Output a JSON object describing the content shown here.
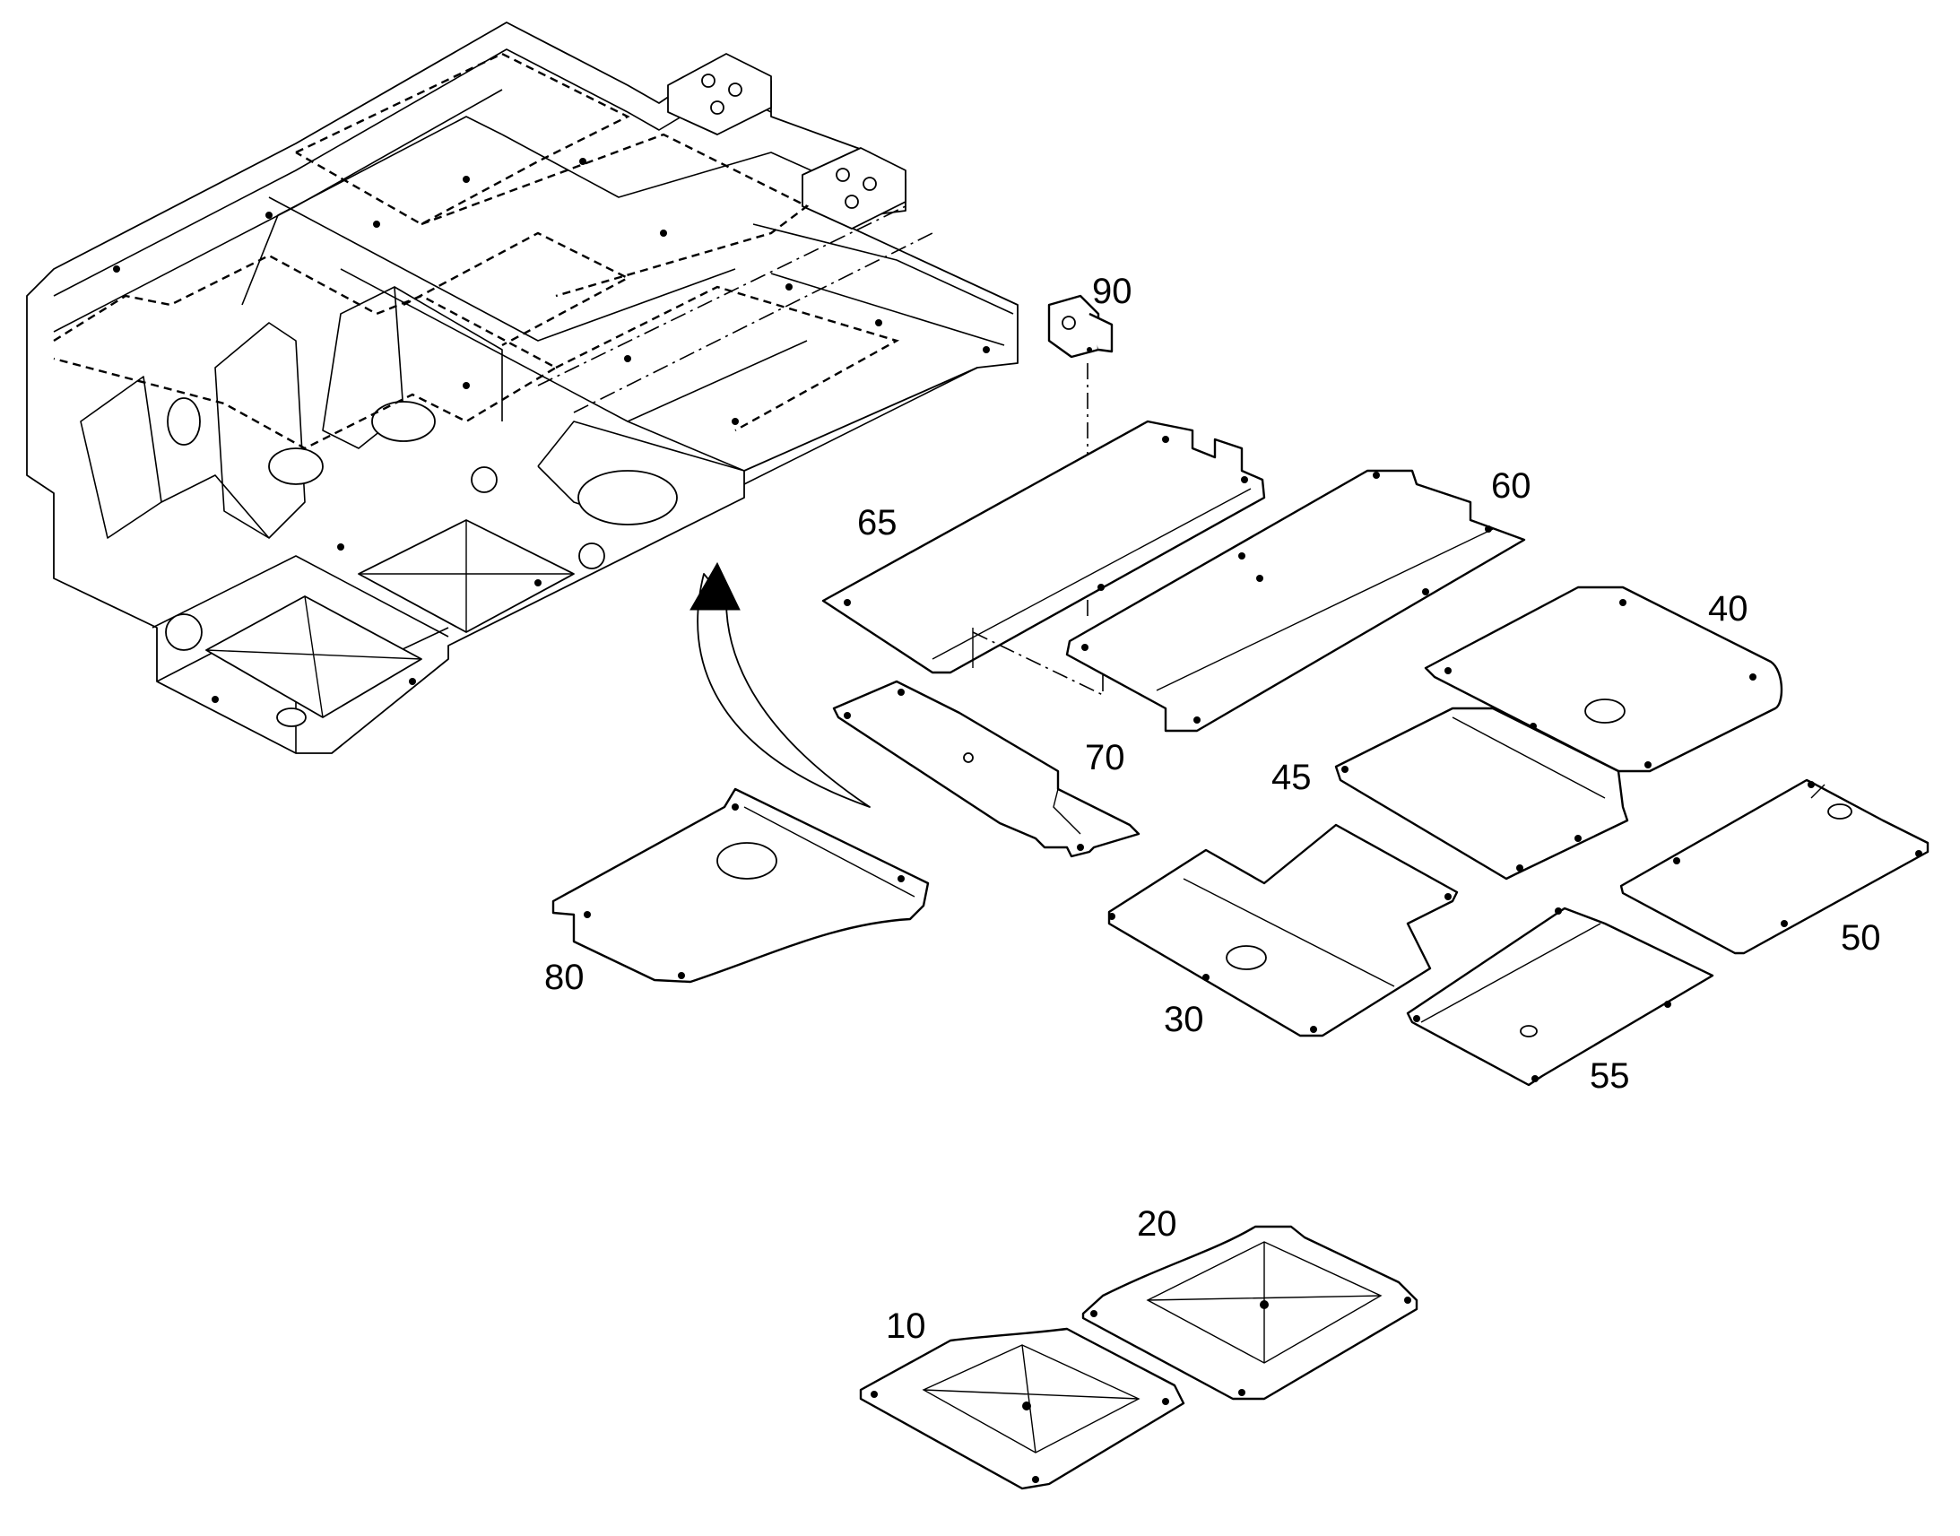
{
  "diagram": {
    "part_labels": [
      "10",
      "20",
      "30",
      "40",
      "45",
      "50",
      "55",
      "60",
      "65",
      "70",
      "80",
      "90"
    ]
  },
  "colors": {
    "line": "#000000",
    "background": "#ffffff"
  }
}
